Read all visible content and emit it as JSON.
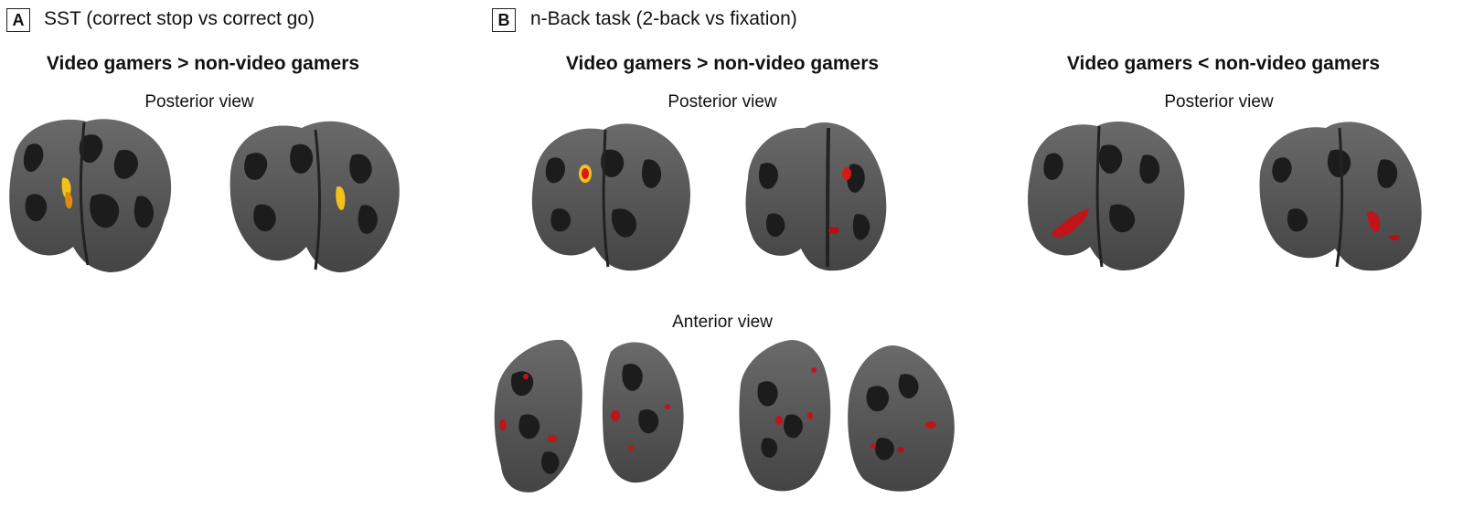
{
  "panel_a": {
    "letter": "A",
    "title": "SST (correct stop vs correct go)",
    "group_title": "Video gamers > non-video gamers",
    "view_label": "Posterior view"
  },
  "panel_b": {
    "letter": "B",
    "title": "n-Back task (2-back vs fixation)",
    "group_greater": {
      "title": "Video gamers > non-video gamers",
      "posterior_label": "Posterior view",
      "anterior_label": "Anterior view"
    },
    "group_less": {
      "title": "Video gamers < non-video gamers",
      "posterior_label": "Posterior view"
    }
  },
  "colors": {
    "cortex_light": "#5a5a5a",
    "cortex_dark": "#1c1c1c",
    "activation_hot": "#f2c21b",
    "activation_red": "#c0141a"
  }
}
